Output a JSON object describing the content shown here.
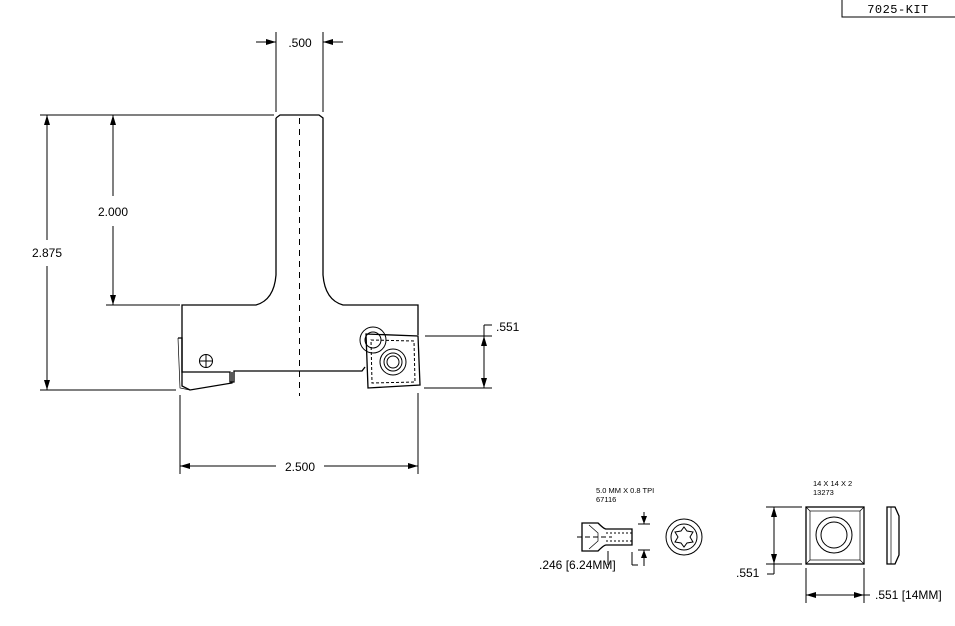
{
  "part_number": "7025-KIT",
  "dimensions": {
    "shank_diameter": ".500",
    "shank_length": "2.000",
    "overall_height": "2.875",
    "insert_height": ".551",
    "overall_width": "2.500"
  },
  "screw": {
    "spec": "5.0 MM X 0.8 TPI",
    "part": "67116",
    "length": ".246 [6.24MM]"
  },
  "insert": {
    "spec": "14 X 14 X 2",
    "part": "13273",
    "height": ".551",
    "width": ".551 [14MM]"
  }
}
